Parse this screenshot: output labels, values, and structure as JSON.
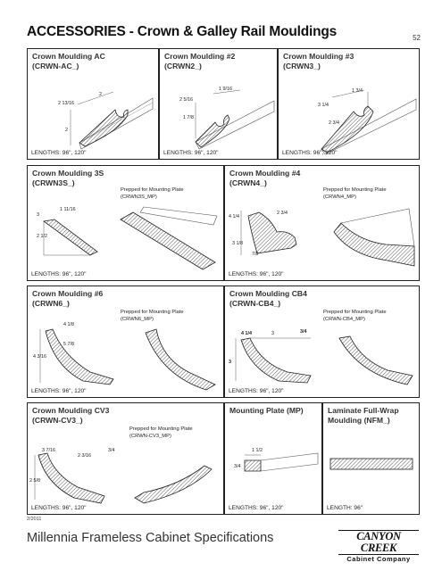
{
  "header": {
    "title": "ACCESSORIES - Crown & Galley Rail Mouldings",
    "page_number": "52"
  },
  "cells": {
    "crwn_ac": {
      "name_line1": "Crown Moulding AC",
      "name_line2": "(CRWN-AC_)",
      "lengths": "LENGTHS: 96\", 120\"",
      "dims": [
        "2 13/16",
        "2",
        "2"
      ]
    },
    "crwn2": {
      "name_line1": "Crown Moulding #2",
      "name_line2": "(CRWN2_)",
      "lengths": "LENGTHS: 96\", 120\"",
      "dims": [
        "1 9/16",
        "2 5/16",
        "1 7/8"
      ]
    },
    "crwn3": {
      "name_line1": "Crown Moulding #3",
      "name_line2": "(CRWN3_)",
      "lengths": "LENGTHS: 96\", 120\"",
      "dims": [
        "1 3/4",
        "3 1/4",
        "2 3/4"
      ]
    },
    "crwn3s": {
      "name_line1": "Crown Moulding 3S",
      "name_line2": "(CRWN3S_)",
      "lengths": "LENGTHS: 96\", 120\"",
      "mp_line1": "Prepped for Mounting Plate",
      "mp_line2": "(CRWN3S_MP)",
      "dims": [
        "1 11/16",
        "3",
        "2 1/2"
      ]
    },
    "crwn4": {
      "name_line1": "Crown Moulding #4",
      "name_line2": "(CRWN4_)",
      "lengths": "LENGTHS: 96\", 120\"",
      "mp_line1": "Prepped for Mounting Plate",
      "mp_line2": "(CRWN4_MP)",
      "dims": [
        "2 3/4",
        "4 1/4",
        "3 1/8",
        "7/8"
      ]
    },
    "crwn6": {
      "name_line1": "Crown Moulding #6",
      "name_line2": "(CRWN6_)",
      "lengths": "LENGTHS: 96\", 120\"",
      "mp_line1": "Prepped for Mounting Plate",
      "mp_line2": "(CRWN6_MP)",
      "dims": [
        "4 1/8",
        "5 7/8",
        "4 3/16"
      ]
    },
    "crwn_cb4": {
      "name_line1": "Crown Moulding CB4",
      "name_line2": "(CRWN-CB4_)",
      "lengths": "LENGTHS: 96\", 120\"",
      "mp_line1": "Prepped for Mounting Plate",
      "mp_line2": "(CRWN-CB4_MP)",
      "dims": [
        "4 1/4",
        "3",
        "3/4",
        "3"
      ]
    },
    "crwn_cv3": {
      "name_line1": "Crown Moulding CV3",
      "name_line2": "(CRWN-CV3_)",
      "lengths": "LENGTHS: 96\", 120\"",
      "mp_line1": "Prepped for Mounting Plate",
      "mp_line2": "(CRWN-CV3_MP)",
      "dims": [
        "3 7/16",
        "2 3/16",
        "3/4",
        "2 5/8"
      ]
    },
    "mp": {
      "name_line1": "Mounting Plate (MP)",
      "lengths": "LENGTHS: 96\", 120\"",
      "dims": [
        "1 1/2",
        "3/4"
      ]
    },
    "nfm": {
      "name_line1": "Laminate Full-Wrap",
      "name_line2": "Moulding (NFM_)",
      "lengths": "LENGTH: 96\""
    }
  },
  "footer": {
    "date": "2/2011",
    "title": "Millennia Frameless Cabinet Specifications",
    "logo_main": "CANYON CREEK",
    "logo_sub": "Cabinet Company"
  }
}
